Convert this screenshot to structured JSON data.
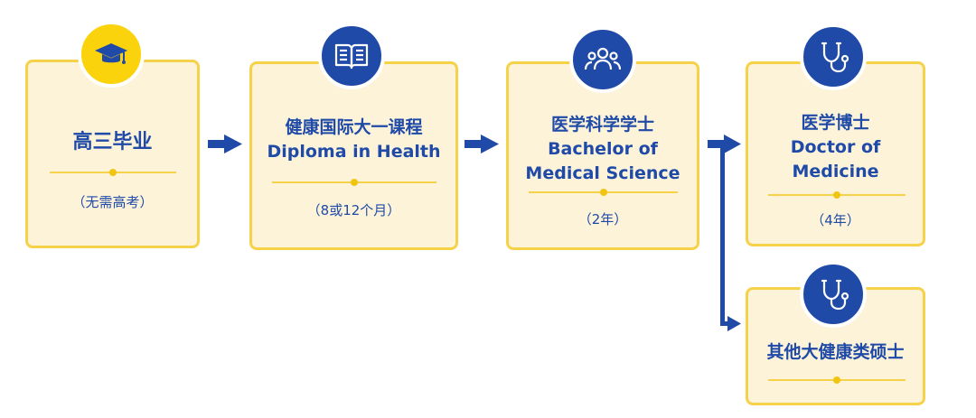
{
  "stages": [
    {
      "title": [
        "高三毕业"
      ],
      "note": "（无需高考）",
      "icon": "graduation-cap-icon"
    },
    {
      "title": [
        "健康国际大一课程",
        "Diploma in Health"
      ],
      "note": "（8或12个月）",
      "icon": "open-book-icon"
    },
    {
      "title": [
        "医学科学学士",
        "Bachelor of",
        "Medical Science"
      ],
      "note": "（2年）",
      "icon": "people-group-icon"
    },
    {
      "title": [
        "医学博士",
        "Doctor of",
        "Medicine"
      ],
      "note": "（4年）",
      "icon": "stethoscope-icon"
    },
    {
      "title": [
        "其他大健康类硕士"
      ],
      "note": "",
      "icon": "stethoscope-icon"
    }
  ],
  "colors": {
    "primary": "#1f4aa8",
    "accent": "#f6d24a",
    "card": "#fdf3d8",
    "badge_first": "#fbd30d"
  }
}
